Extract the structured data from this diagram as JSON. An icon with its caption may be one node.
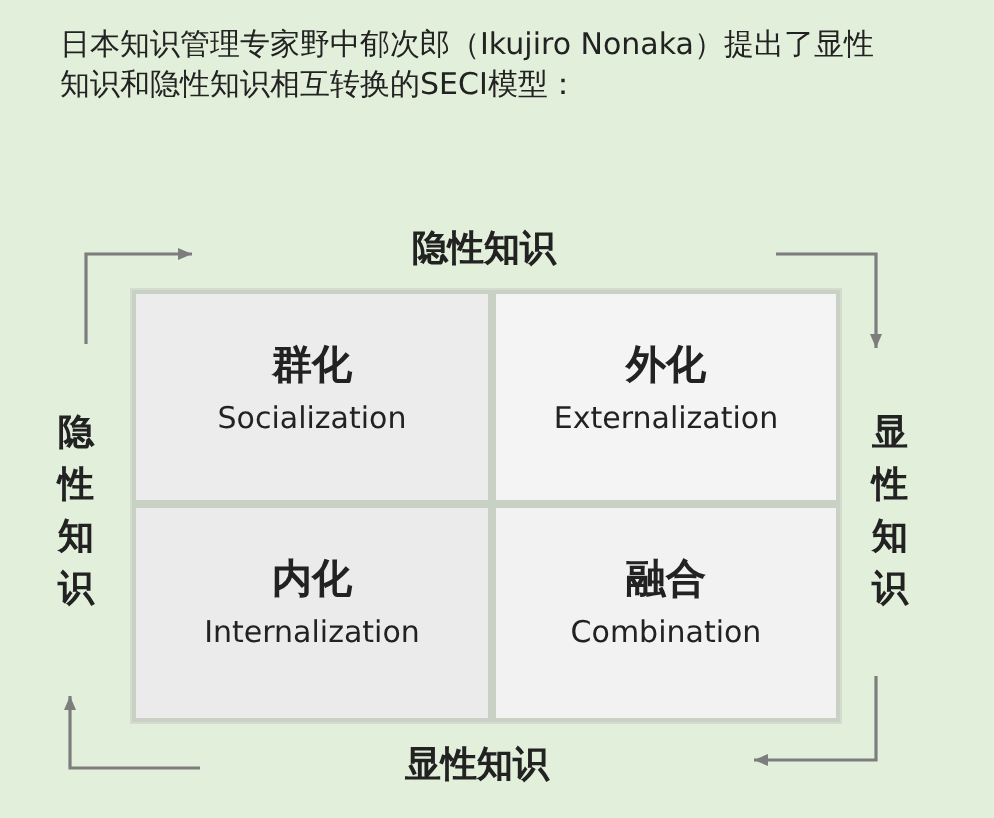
{
  "diagram": {
    "title": "日本知识管理专家野中郁次郎（Ikujiro Nonaka）提出了显性知识和隐性知识相互转换的SECI模型：",
    "nodes": [
      {
        "text": [
          "群化",
          "Socialization"
        ]
      },
      {
        "text": [
          "外化",
          "Externalization"
        ]
      },
      {
        "text": [
          "内化",
          "Internalization"
        ]
      },
      {
        "text": [
          "融合",
          "Combination"
        ]
      }
    ],
    "labels": [
      "隐性知识",
      "隐性知识",
      "显性知识",
      "显性知识"
    ]
  }
}
